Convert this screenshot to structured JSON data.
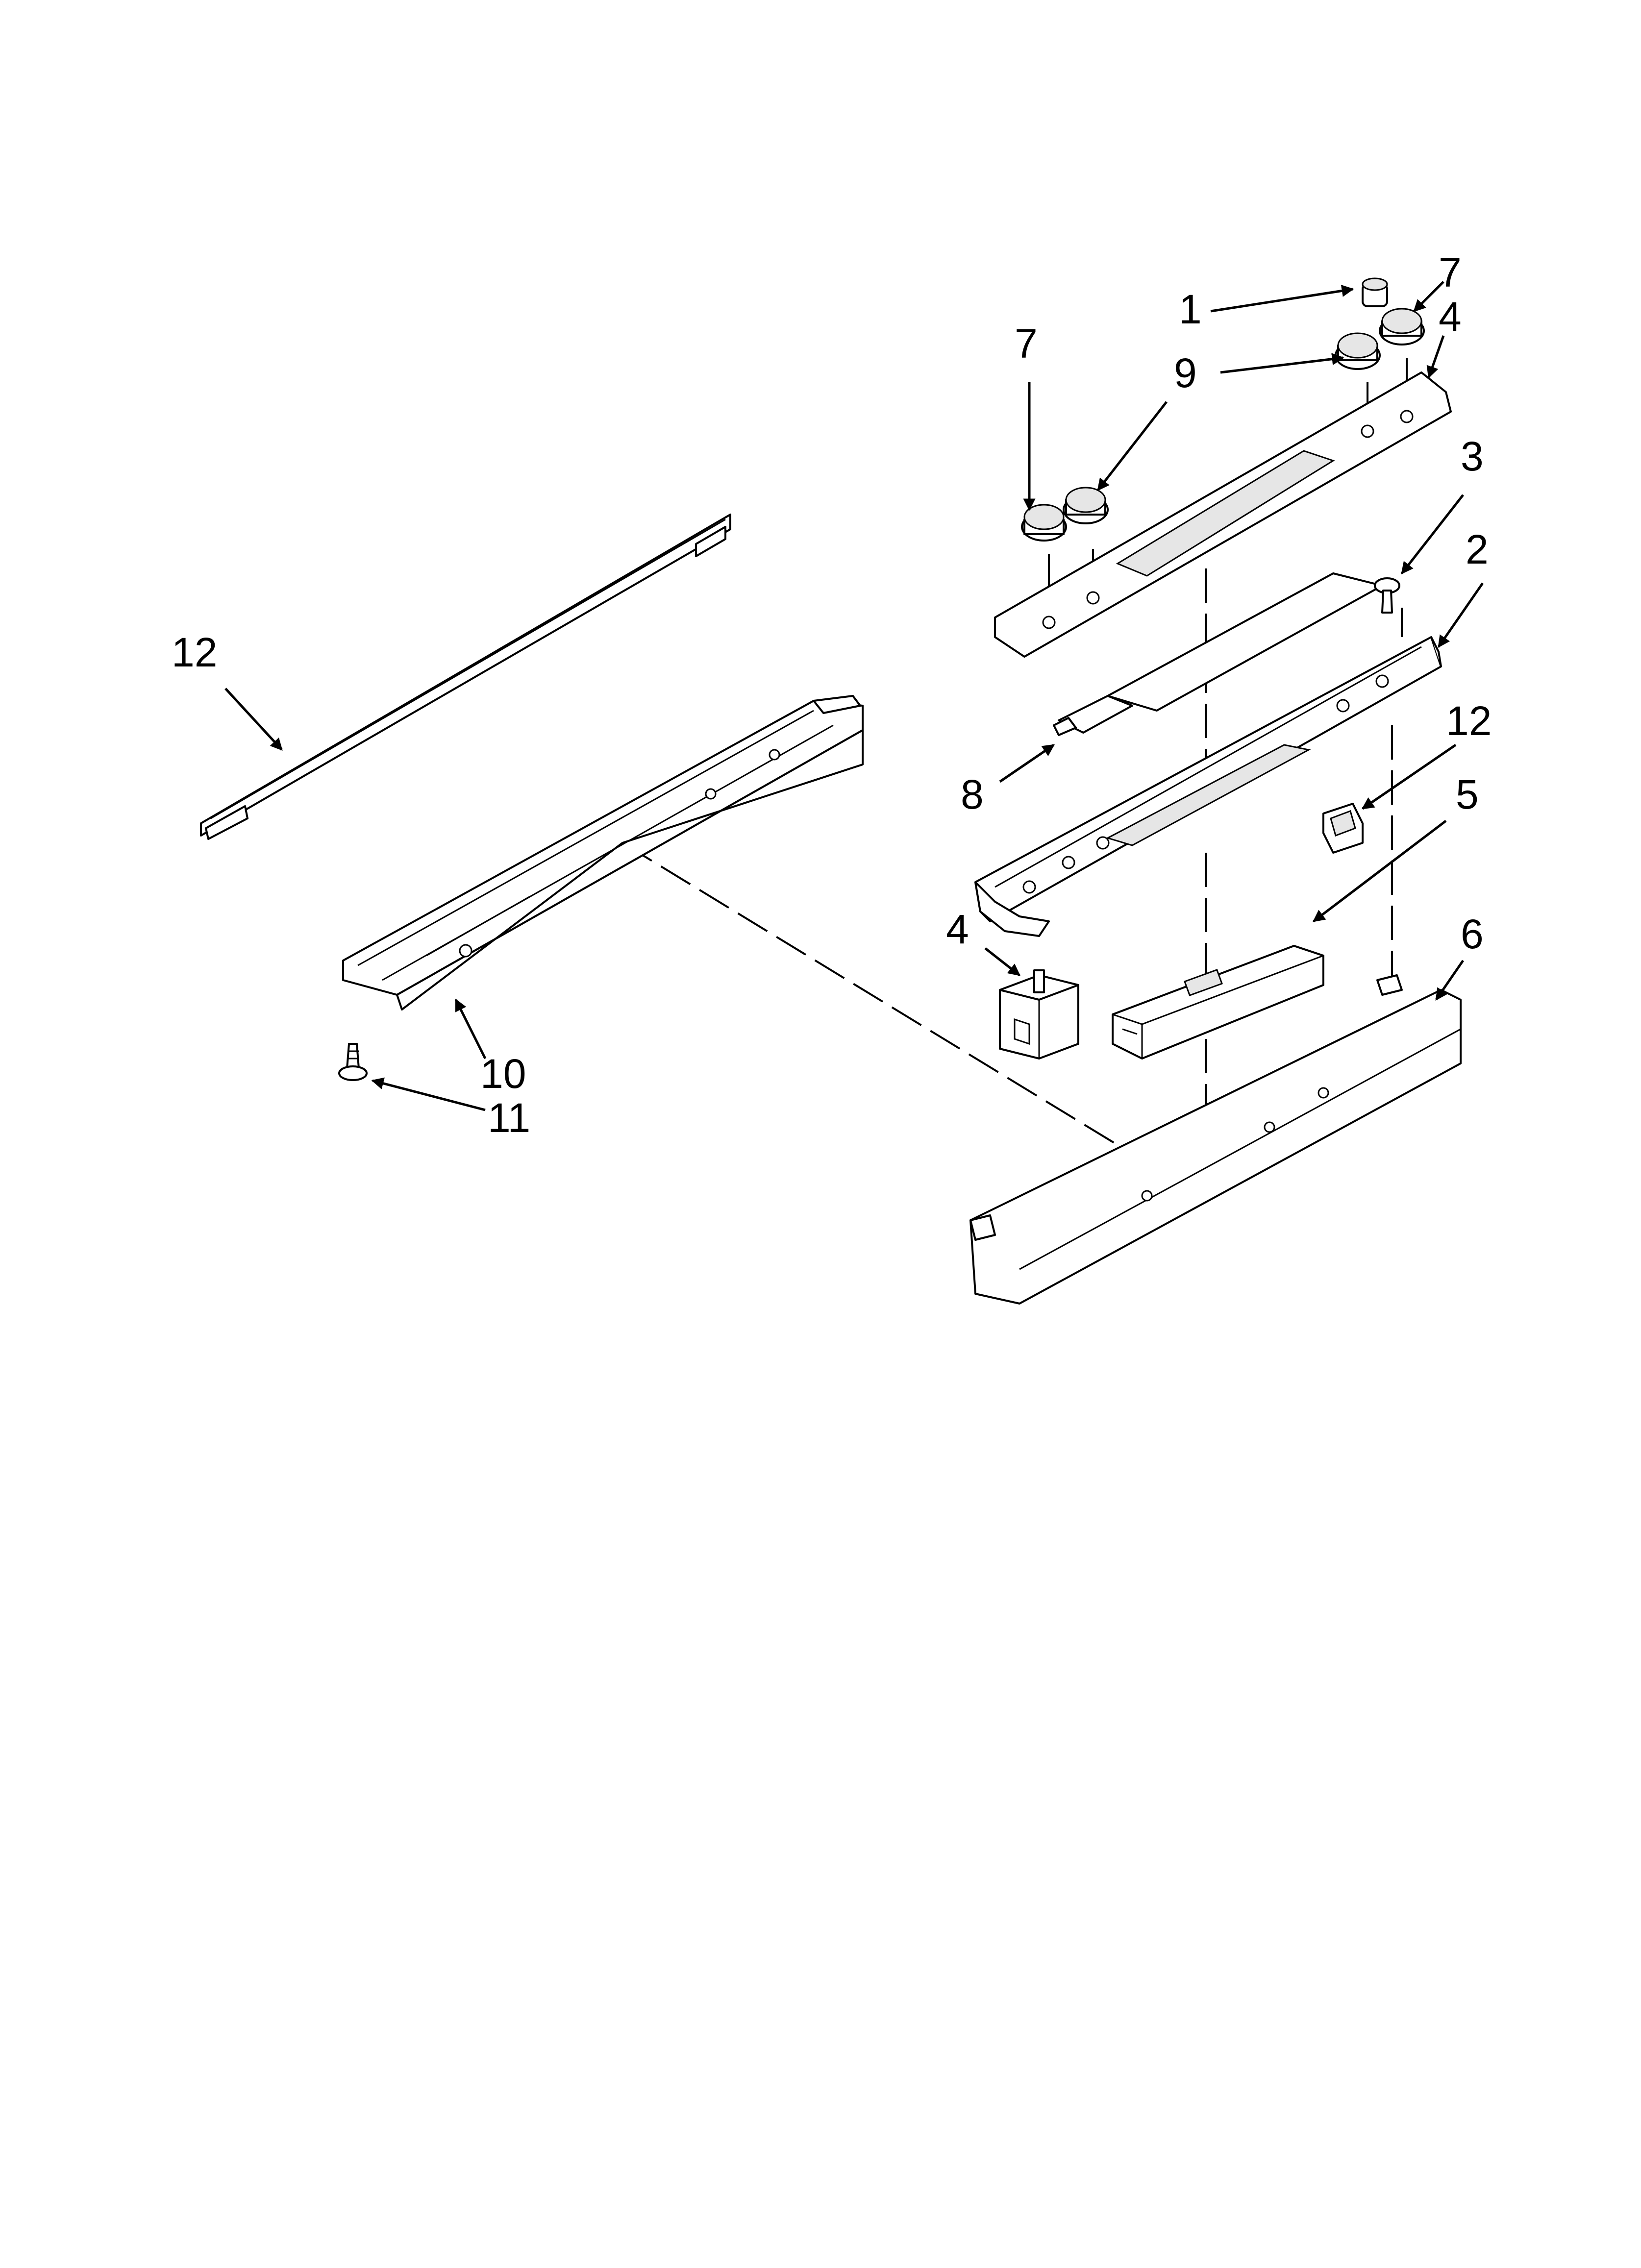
{
  "callouts": [
    {
      "id": "c1",
      "text": "1"
    },
    {
      "id": "c7a",
      "text": "7"
    },
    {
      "id": "c4a",
      "text": "4"
    },
    {
      "id": "c7b",
      "text": "7"
    },
    {
      "id": "c9",
      "text": "9"
    },
    {
      "id": "c3",
      "text": "3"
    },
    {
      "id": "c2",
      "text": "2"
    },
    {
      "id": "c12a",
      "text": "12"
    },
    {
      "id": "c12b",
      "text": "12"
    },
    {
      "id": "c8",
      "text": "8"
    },
    {
      "id": "c5",
      "text": "5"
    },
    {
      "id": "c4b",
      "text": "4"
    },
    {
      "id": "c6",
      "text": "6"
    },
    {
      "id": "c10",
      "text": "10"
    },
    {
      "id": "c11",
      "text": "11"
    }
  ]
}
